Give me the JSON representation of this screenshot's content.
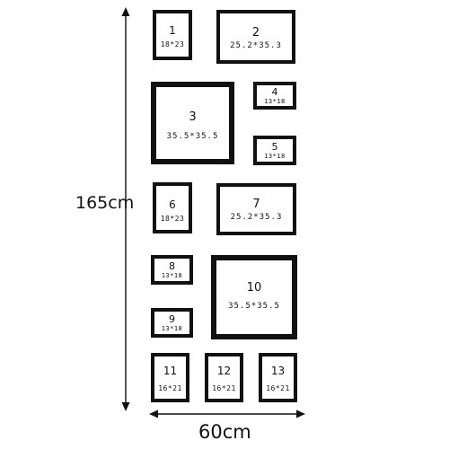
{
  "dimensions": {
    "height_label": "165cm",
    "width_label": "60cm"
  },
  "colors": {
    "frame": "#111111",
    "line": "#111111",
    "background": "#ffffff"
  },
  "frames": [
    {
      "number": "1",
      "size": "18*23"
    },
    {
      "number": "2",
      "size": "25.2*35.3"
    },
    {
      "number": "3",
      "size": "35.5*35.5"
    },
    {
      "number": "4",
      "size": "13*18"
    },
    {
      "number": "5",
      "size": "13*18"
    },
    {
      "number": "6",
      "size": "18*23"
    },
    {
      "number": "7",
      "size": "25.2*35.3"
    },
    {
      "number": "8",
      "size": "13*18"
    },
    {
      "number": "9",
      "size": "13*18"
    },
    {
      "number": "10",
      "size": "35.5*35.5"
    },
    {
      "number": "11",
      "size": "16*21"
    },
    {
      "number": "12",
      "size": "16*21"
    },
    {
      "number": "13",
      "size": "16*21"
    }
  ]
}
